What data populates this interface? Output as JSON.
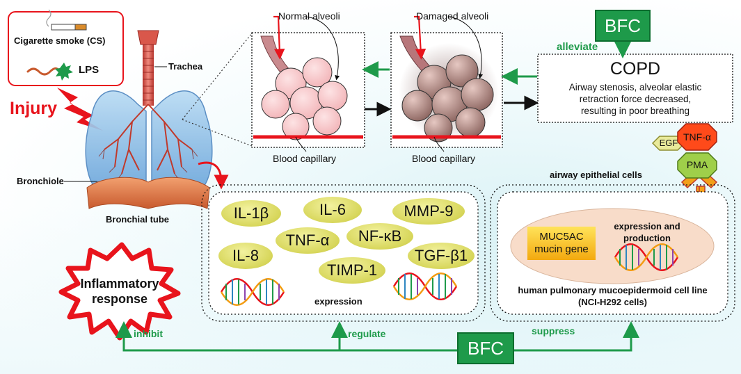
{
  "causes": {
    "cs_label": "Cigarette smoke (CS)",
    "lps_label": "LPS",
    "injury_label": "Injury"
  },
  "lung": {
    "trachea": "Trachea",
    "bronchiole": "Bronchiole",
    "bronchial_tube": "Bronchial tube"
  },
  "alveoli": {
    "normal": "Normal alveoli",
    "damaged": "Damaged alveoli",
    "capillary_1": "Blood capillary",
    "capillary_2": "Blood capillary"
  },
  "bfc_top": {
    "label": "BFC",
    "action": "alleviate"
  },
  "copd": {
    "title": "COPD",
    "line1": "Airway stenosis, alveolar elastic",
    "line2": "retraction force decreased,",
    "line3": "resulting in poor breathing"
  },
  "receptor": {
    "egf": "EGF",
    "tnf": "TNF-α",
    "pma": "PMA",
    "caption": "airway epithelial cells"
  },
  "cytokines": {
    "il1b": "IL-1β",
    "il6": "IL-6",
    "mmp9": "MMP-9",
    "tnfa": "TNF-α",
    "nfkb": "NF-κB",
    "il8": "IL-8",
    "tgfb1": "TGF-β1",
    "timp1": "TIMP-1",
    "expression": "expression"
  },
  "mucin": {
    "gene_line1": "MUC5AC",
    "gene_line2": "mucin gene",
    "prod_line1": "expression and",
    "prod_line2": "production",
    "cell_line1": "human pulmonary mucoepidermoid cell line",
    "cell_line2": "(NCI-H292 cells)"
  },
  "inflammation": {
    "line1": "Inflammatory",
    "line2": "response"
  },
  "bfc_bottom": {
    "label": "BFC",
    "inhibit": "inhibit",
    "regulate": "regulate",
    "suppress": "suppress"
  },
  "colors": {
    "red": "#e8141c",
    "green": "#1e9a4a",
    "yellow_ellipse": "#dcdc60",
    "alveoli_pink": "#f7c6c9",
    "alveoli_damaged": "#b58a84",
    "lung_blue": "#8fc1e8",
    "diaphragm": "#e07a4a",
    "mucin_bg": "#f7dcc8",
    "muc5ac_box": "#f7c21a"
  }
}
